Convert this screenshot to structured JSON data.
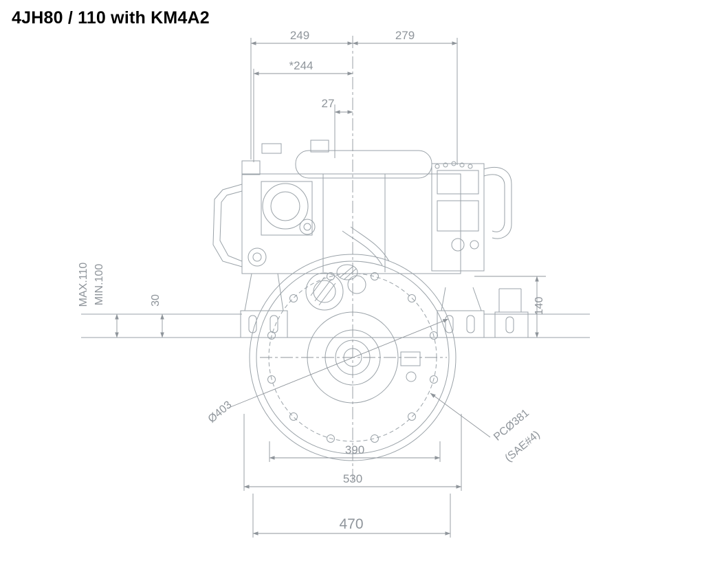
{
  "title": "4JH80 / 110 with KM4A2",
  "dims": {
    "d249": "249",
    "d279": "279",
    "d244": "*244",
    "d27": "27",
    "max110": "MAX.110",
    "min100": "MIN.100",
    "d30": "30",
    "d140": "140",
    "dia403": "Ø403",
    "pc381": "PCØ381",
    "sae4": "(SAE#4)",
    "d390": "390",
    "d530": "530",
    "d470": "470"
  },
  "colors": {
    "line": "#9aa2a8",
    "dim": "#8f959b",
    "title": "#000000"
  }
}
